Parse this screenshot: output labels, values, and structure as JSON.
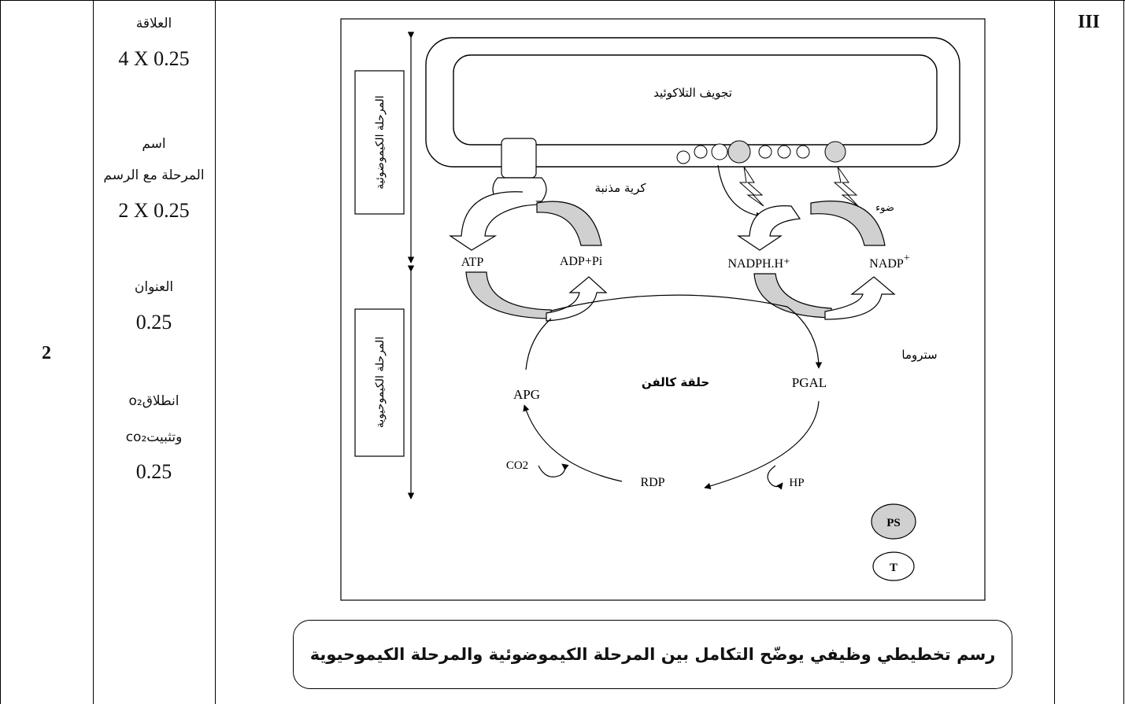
{
  "table": {
    "section_label": "III",
    "question_number": "2"
  },
  "scoring": {
    "relation_label": "العلاقة",
    "relation_score": "4 X  0.25",
    "name_label_line1": "اسم",
    "name_label_line2": "المرحلة مع الرسم",
    "name_score": "2  X 0.25",
    "title_label": "العنوان",
    "title_score": "0.25",
    "release_label": "انطلاقo₂",
    "fixation_label": "وتثبيتco₂",
    "release_score": "0.25"
  },
  "diagram": {
    "photochemical_phase": "المرحلة الكيموضوئية",
    "chemosynthetic_phase": "المرحلة الكيموحيوية",
    "thylakoid_lumen": "تجويف التلاكوئيد",
    "atp_synthase": "كرية مذنبة",
    "light": "ضوء",
    "stroma": "ستروما",
    "calvin_cycle": "حلقة كالفن",
    "atp": "ATP",
    "adp_pi": "ADP+Pi",
    "nadph": "NADPH.H⁺",
    "nadp": "NADP",
    "nadp_sup": "+",
    "pgal": "PGAL",
    "apg": "APG",
    "rdp": "RDP",
    "co2": "CO2",
    "hp": "HP",
    "legend_ps": "PS",
    "legend_t": "T"
  },
  "caption": "رسم تخطيطي وظيفي يوضّح التكامل بين المرحلة الكيموضوئية والمرحلة الكيموحيوية"
}
